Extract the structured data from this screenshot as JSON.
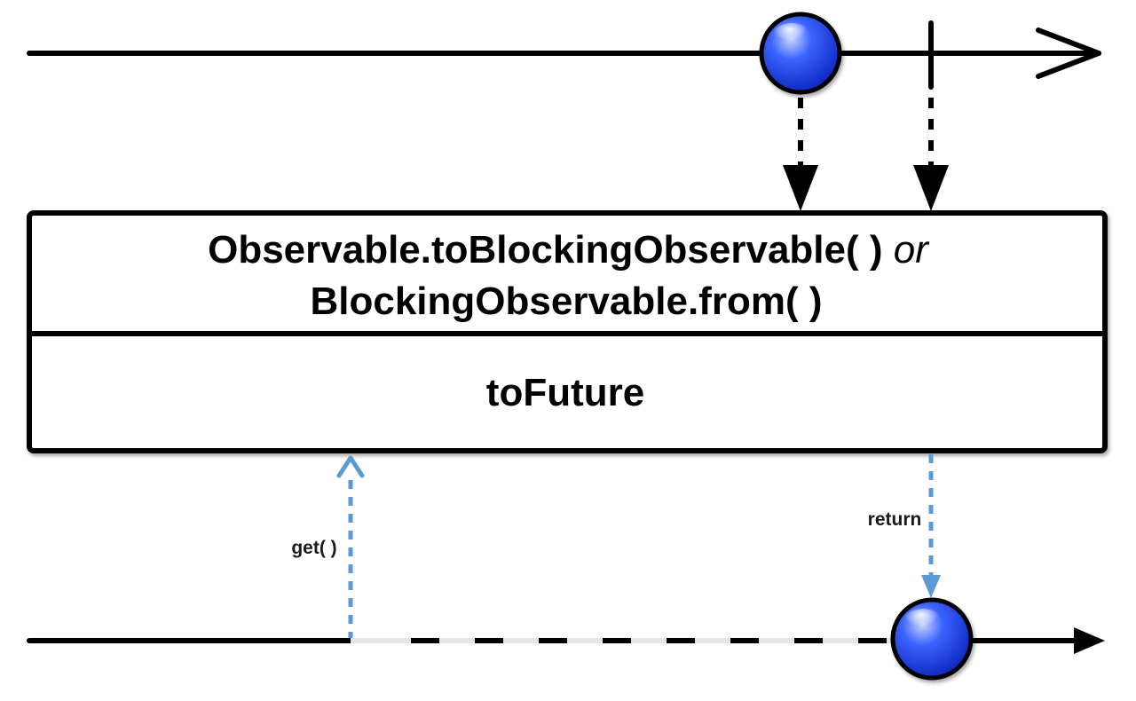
{
  "operator": {
    "title_line1_main": "Observable.toBlockingObservable( )",
    "title_line1_connector": "or",
    "title_line2": "BlockingObservable.from( )",
    "name": "toFuture"
  },
  "labels": {
    "get": "get( )",
    "return": "return"
  },
  "colors": {
    "line": "#000000",
    "marble_fill": "#1f3ff0",
    "call_arrow": "#5b9bd5"
  }
}
